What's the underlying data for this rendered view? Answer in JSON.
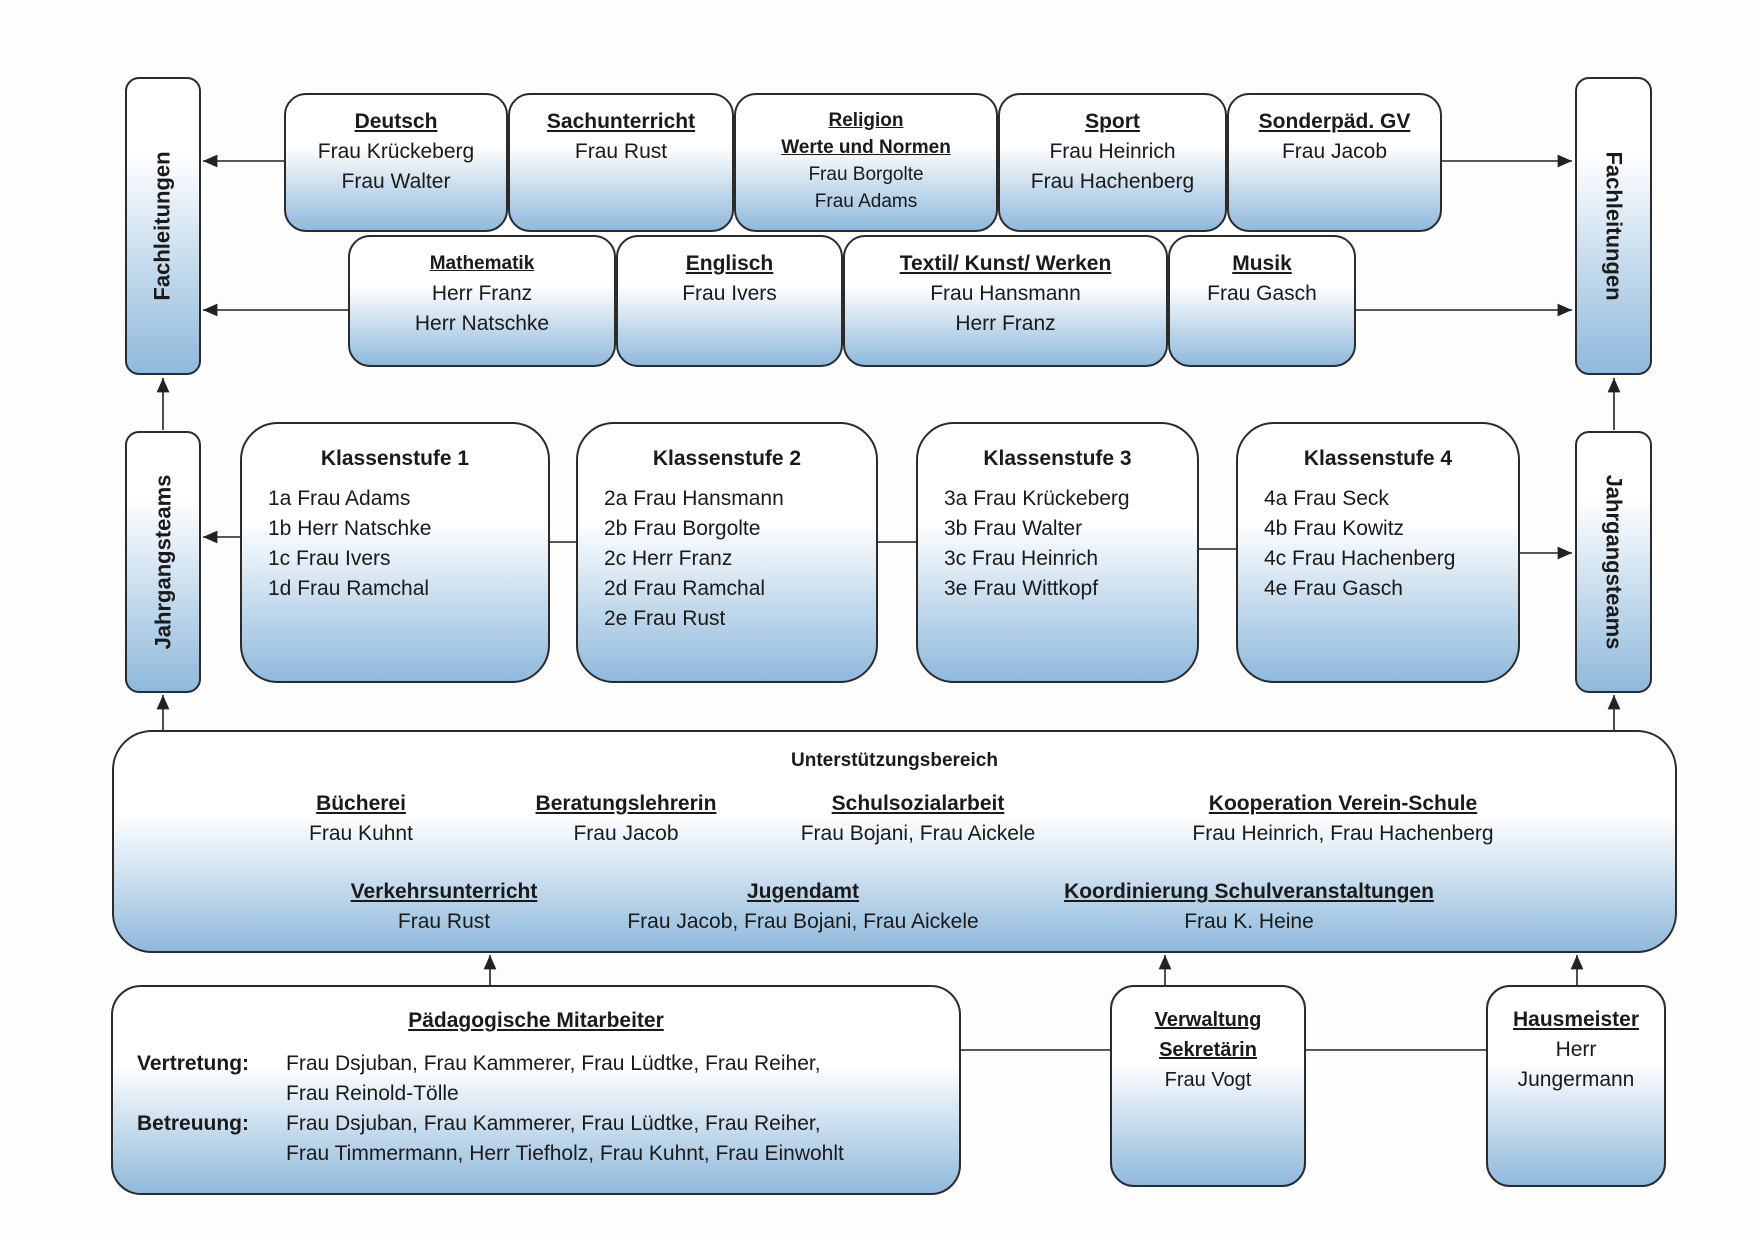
{
  "fachleitungen_label": "Fachleitungen",
  "jahrgangsteams_label": "Jahrgangsteams",
  "subjects_row1": [
    {
      "title": "Deutsch",
      "people": [
        "Frau Krückeberg",
        "Frau Walter"
      ]
    },
    {
      "title": "Sachunterricht",
      "people": [
        "Frau Rust"
      ]
    },
    {
      "title": "Religion",
      "title2": "Werte und Normen",
      "people": [
        "Frau Borgolte",
        "Frau Adams"
      ]
    },
    {
      "title": "Sport",
      "people": [
        "Frau Heinrich",
        "Frau Hachenberg"
      ]
    },
    {
      "title": "Sonderpäd. GV",
      "people": [
        "Frau Jacob"
      ]
    }
  ],
  "subjects_row2": [
    {
      "title": "Mathematik",
      "people": [
        "Herr Franz",
        "Herr Natschke"
      ]
    },
    {
      "title": "Englisch",
      "people": [
        "Frau Ivers"
      ]
    },
    {
      "title": "Textil/ Kunst/ Werken",
      "people": [
        "Frau Hansmann",
        "Herr Franz"
      ]
    },
    {
      "title": "Musik",
      "people": [
        "Frau Gasch"
      ]
    }
  ],
  "grades": [
    {
      "title": "Klassenstufe 1",
      "classes": [
        "1a Frau Adams",
        "1b Herr Natschke",
        "1c Frau Ivers",
        "1d Frau Ramchal"
      ]
    },
    {
      "title": "Klassenstufe 2",
      "classes": [
        "2a Frau Hansmann",
        "2b Frau Borgolte",
        "2c Herr Franz",
        "2d Frau Ramchal",
        "2e Frau Rust"
      ]
    },
    {
      "title": "Klassenstufe 3",
      "classes": [
        "3a Frau Krückeberg",
        "3b Frau Walter",
        "3c Frau Heinrich",
        "3e Frau Wittkopf"
      ]
    },
    {
      "title": "Klassenstufe 4",
      "classes": [
        "4a Frau Seck",
        "4b Frau Kowitz",
        "4c Frau Hachenberg",
        "4e Frau Gasch"
      ]
    }
  ],
  "support": {
    "title": "Unterstützungsbereich",
    "items": [
      {
        "title": "Bücherei",
        "people": "Frau Kuhnt"
      },
      {
        "title": "Beratungslehrerin",
        "people": "Frau Jacob"
      },
      {
        "title": "Schulsozialarbeit",
        "people": "Frau Bojani, Frau Aickele"
      },
      {
        "title": "Kooperation Verein-Schule",
        "people": "Frau Heinrich, Frau Hachenberg"
      },
      {
        "title": "Verkehrsunterricht",
        "people": "Frau Rust"
      },
      {
        "title": "Jugendamt",
        "people": "Frau Jacob, Frau Bojani, Frau Aickele"
      },
      {
        "title": "Koordinierung Schulveranstaltungen",
        "people": "Frau K. Heine"
      }
    ]
  },
  "paed": {
    "title": "Pädagogische Mitarbeiter",
    "vertretung_label": "Vertretung:",
    "vertretung_line1": "Frau Dsjuban, Frau Kammerer, Frau Lüdtke, Frau Reiher,",
    "vertretung_line2": "Frau Reinold-Tölle",
    "betreuung_label": "Betreuung:",
    "betreuung_line1": "Frau Dsjuban, Frau Kammerer, Frau Lüdtke, Frau Reiher,",
    "betreuung_line2": "Frau Timmermann, Herr Tiefholz, Frau Kuhnt, Frau Einwohlt"
  },
  "verwaltung": {
    "title1": "Verwaltung",
    "title2": "Sekretärin",
    "person": "Frau Vogt"
  },
  "hausmeister": {
    "title": "Hausmeister",
    "line1": "Herr",
    "line2": "Jungermann"
  }
}
